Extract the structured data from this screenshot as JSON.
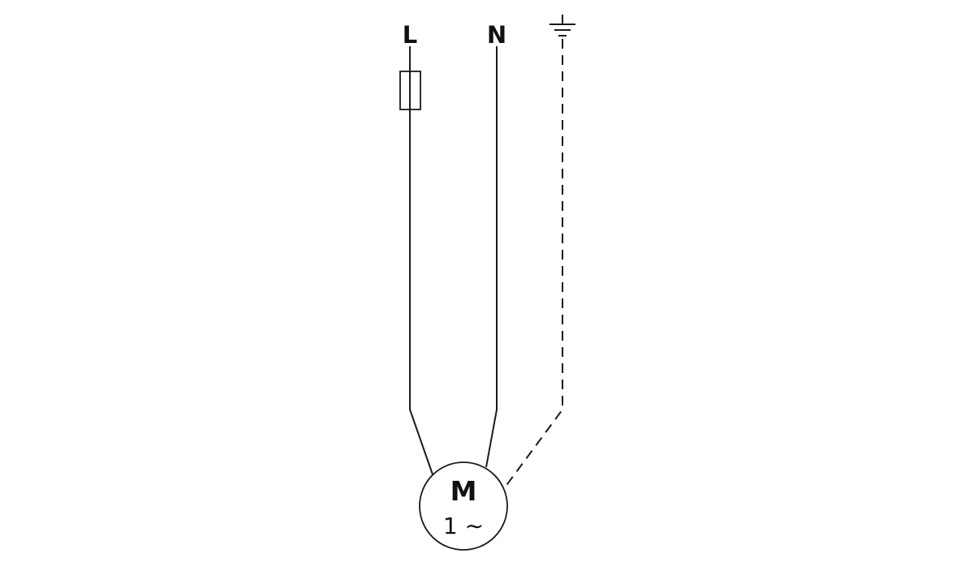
{
  "diagram": {
    "labels": {
      "line": "L",
      "neutral": "N",
      "motor": "M",
      "phase": "1 ∼"
    },
    "colors": {
      "stroke": "#1a1a1a",
      "background": "#ffffff"
    }
  }
}
